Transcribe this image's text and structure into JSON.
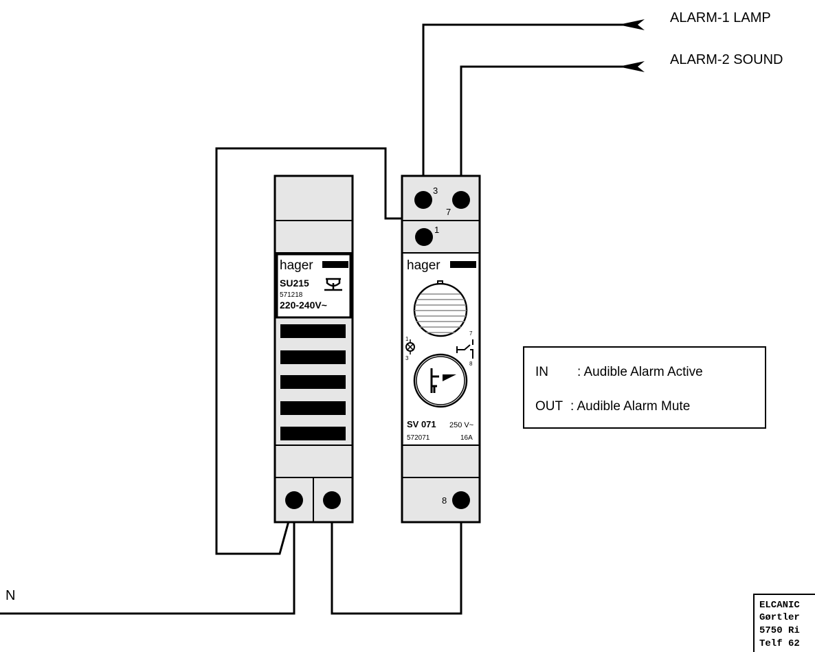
{
  "outputs": {
    "alarm1": "ALARM-1 LAMP",
    "alarm2": "ALARM-2 SOUND"
  },
  "neutral_label": "N",
  "legend": {
    "in_key": "IN",
    "in_text": ": Audible Alarm Active",
    "out_key": "OUT",
    "out_text": ": Audible Alarm Mute"
  },
  "sounder": {
    "brand": "hager",
    "model": "SU215",
    "ref": "571218",
    "voltage": "220-240V~"
  },
  "switch": {
    "brand": "hager",
    "model": "SV 071",
    "ref": "572071",
    "voltage": "250 V~",
    "current": "16A",
    "terminals": {
      "t3": "3",
      "t7": "7",
      "t1": "1",
      "t8": "8"
    },
    "symbol_lamp_top": "1",
    "symbol_lamp_bottom": "3",
    "symbol_switch_top": "7",
    "symbol_switch_bottom": "8"
  },
  "title_block": {
    "line1": "ELCANIC",
    "line2": "Gørtler",
    "line3": "5750 Ri",
    "line4": "Telf 62"
  }
}
